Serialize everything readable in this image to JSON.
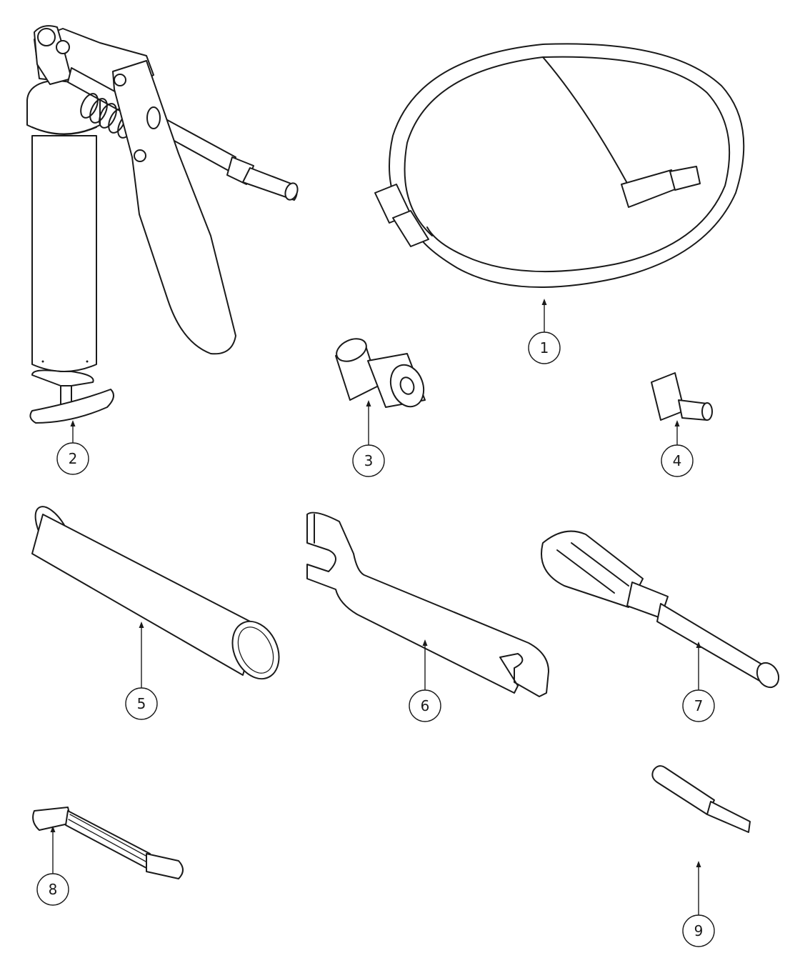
{
  "callouts": [
    {
      "id": "1",
      "part": "hose"
    },
    {
      "id": "2",
      "part": "grease-gun"
    },
    {
      "id": "3",
      "part": "quick-coupler"
    },
    {
      "id": "4",
      "part": "nipple-adapter"
    },
    {
      "id": "5",
      "part": "grease-cartridge"
    },
    {
      "id": "6",
      "part": "open-end-wrench"
    },
    {
      "id": "7",
      "part": "nut-driver"
    },
    {
      "id": "8",
      "part": "flexible-extension"
    },
    {
      "id": "9",
      "part": "slotted-bit"
    }
  ],
  "colors": {
    "line": "#1a1a1a",
    "background": "#ffffff"
  }
}
